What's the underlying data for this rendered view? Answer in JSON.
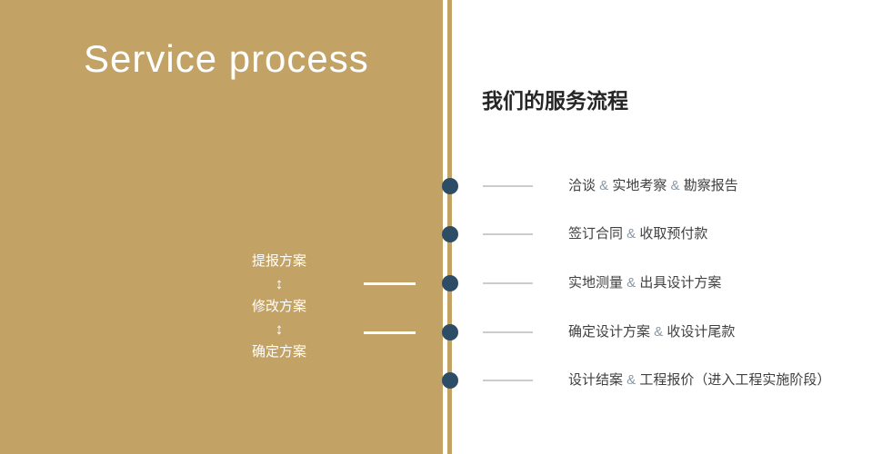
{
  "left_panel": {
    "title": "Service process",
    "plans": [
      "提报方案",
      "修改方案",
      "确定方案"
    ],
    "arrow_glyph": "↕"
  },
  "right_panel": {
    "heading": "我们的服务流程",
    "separator": "&",
    "steps": [
      [
        "洽谈",
        "实地考察",
        "勘察报告"
      ],
      [
        "签订合同",
        "收取预付款"
      ],
      [
        "实地测量",
        "出具设计方案"
      ],
      [
        "确定设计方案",
        "收设计尾款"
      ],
      [
        "设计结案",
        "工程报价（进入工程实施阶段）"
      ]
    ]
  },
  "colors": {
    "gold": "#c3a266",
    "dot_navy": "#2d4d66",
    "line_gray": "#cccccc",
    "amp_gray": "#8a98a6",
    "text_dark": "#404040"
  }
}
